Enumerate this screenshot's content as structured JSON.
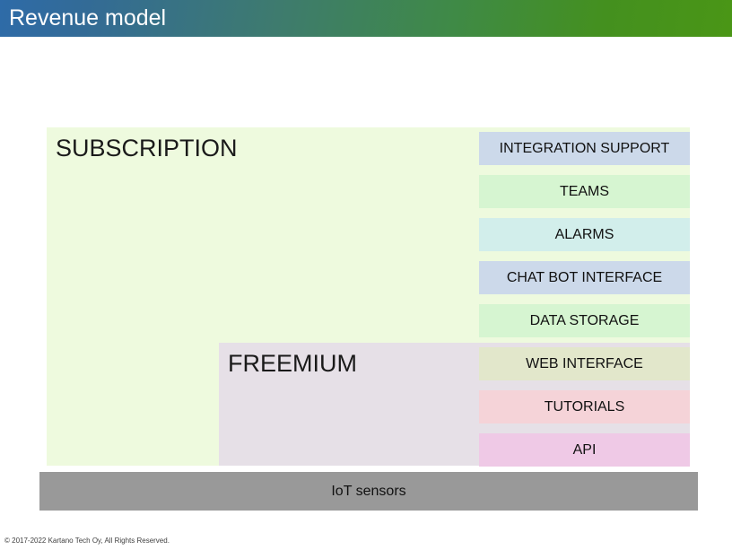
{
  "header": {
    "title": "Revenue model",
    "gradient_from": "#2e6ba8",
    "gradient_to": "#4a9616",
    "title_color": "#ffffff"
  },
  "diagram": {
    "tiers": [
      {
        "id": "subscription",
        "label": "SUBSCRIPTION",
        "color": "#eefade"
      },
      {
        "id": "freemium",
        "label": "FREEMIUM",
        "color": "#e6e0e7"
      }
    ],
    "features": [
      {
        "label": "INTEGRATION SUPPORT",
        "color": "#ccd9ea",
        "tier": "subscription"
      },
      {
        "label": "TEAMS",
        "color": "#d6f5d1",
        "tier": "subscription"
      },
      {
        "label": "ALARMS",
        "color": "#d2eeeb",
        "tier": "subscription"
      },
      {
        "label": "CHAT BOT INTERFACE",
        "color": "#ccd9ea",
        "tier": "subscription"
      },
      {
        "label": "DATA STORAGE",
        "color": "#d6f5d1",
        "tier": "subscription"
      },
      {
        "label": "WEB INTERFACE",
        "color": "#e2e7cb",
        "tier": "freemium"
      },
      {
        "label": "TUTORIALS",
        "color": "#f5d3d8",
        "tier": "freemium"
      },
      {
        "label": "API",
        "color": "#efc9e6",
        "tier": "freemium"
      }
    ],
    "base": {
      "label": "IoT sensors",
      "color": "#999999"
    }
  },
  "footer": {
    "copyright": "© 2017-2022 Kartano Tech Oy, All Rights Reserved."
  }
}
